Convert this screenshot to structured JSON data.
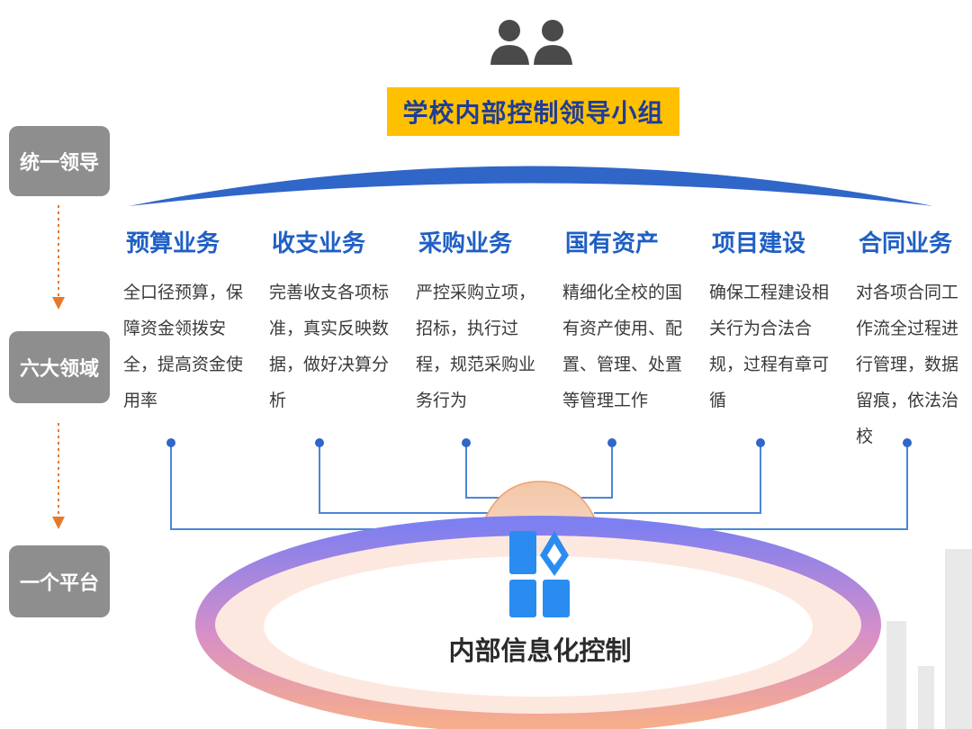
{
  "levels": {
    "unified_leadership": "统一领导",
    "six_domains": "六大领域",
    "one_platform": "一个平台"
  },
  "leadership_group": {
    "title": "学校内部控制领导小组"
  },
  "domains": [
    {
      "title": "预算业务",
      "desc": "全口径预算，保障资金领拨安全，提高资金使用率"
    },
    {
      "title": "收支业务",
      "desc": "完善收支各项标准，真实反映数据，做好决算分析"
    },
    {
      "title": "采购业务",
      "desc": "严控采购立项，招标，执行过程，规范采购业务行为"
    },
    {
      "title": "国有资产",
      "desc": "精细化全校的国有资产使用、配置、管理、处置等管理工作"
    },
    {
      "title": "项目建设",
      "desc": "确保工程建设相关行为合法合规，过程有章可循"
    },
    {
      "title": "合同业务",
      "desc": "对各项合同工作流全过程进行管理，数据留痕，依法治校"
    }
  ],
  "platform": {
    "label": "内部信息化控制"
  },
  "colors": {
    "accent_blue": "#1f5fc4",
    "arc_blue": "#2f66c8",
    "title_bg": "#ffc000",
    "side_label_bg": "#8e8e8e",
    "arrow_orange": "#e8792b",
    "connector_blue": "#4a86d8"
  },
  "icons": {
    "people": "people-icon",
    "platform": "platform-icon"
  }
}
